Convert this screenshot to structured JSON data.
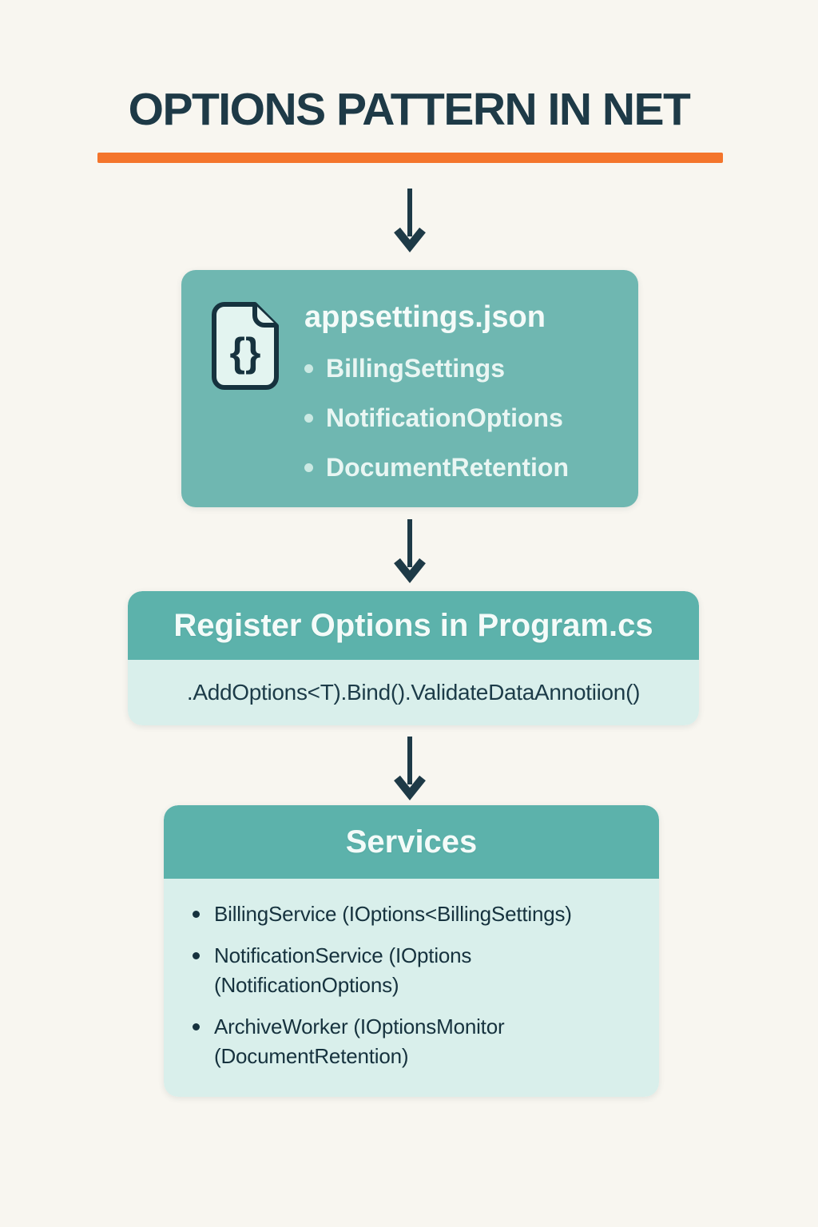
{
  "colors": {
    "background": "#F8F6F0",
    "title_text": "#1E3A47",
    "accent_orange": "#F4752C",
    "appsettings_box_teal": "#6FB7B1",
    "header_teal": "#5CB2AB",
    "body_mint": "#D9EFEB",
    "dark_text": "#16323E",
    "light_text": "#E9F6F3",
    "arrow": "#1E3A47"
  },
  "header": {
    "title": "OPTIONS PATTERN IN NET"
  },
  "icons": {
    "appsettings": "json-file-icon",
    "flow_arrow": "down-arrow-icon"
  },
  "flow": {
    "appsettings_box": {
      "icon_glyph": "{}",
      "title": "appsettings.json",
      "items": [
        "BillingSettings",
        "NotificationOptions",
        "DocumentRetention"
      ]
    },
    "register_box": {
      "title": "Register Options in Program.cs",
      "code": ".AddOptions<T).Bind().ValidateDataAnnotiion()"
    },
    "services_box": {
      "title": "Services",
      "items": [
        "BillingService (IOptions<BillingSettings)",
        "NotificationService (IOptions\n(NotificationOptions)",
        "ArchiveWorker (IOptionsMonitor\n(DocumentRetention)"
      ]
    }
  }
}
